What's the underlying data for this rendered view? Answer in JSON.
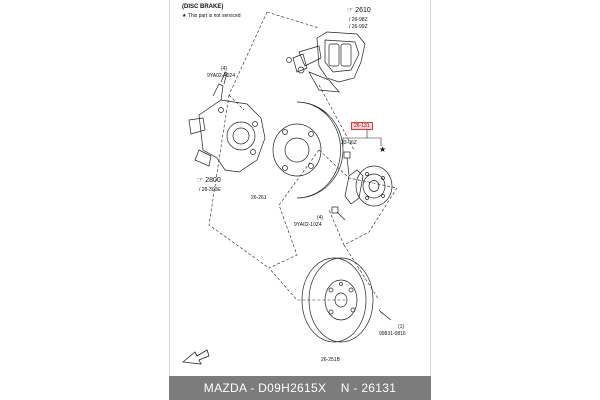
{
  "diagram": {
    "section_title": "(DISC BRAKE)",
    "note": "★ This part is not serviced",
    "labels": {
      "caliper_ref": "☞ 2610",
      "caliper_sub1": "/ 26-98Z",
      "caliper_sub2": "/ 26-99Z",
      "bolt_qty_top": "(4)",
      "bolt_code_top": "9YA02-A024",
      "hub_part": "26-131",
      "hub_bolt": "33-06Z",
      "knuckle_ref": "☞ 2800",
      "knuckle_sub": "/ 28-300E",
      "shield": "26-261",
      "bolt_qty_mid": "(4)",
      "bolt_code_mid": "9YA02-10Z4",
      "screw_qty": "(1)",
      "screw_code": "99831-0816",
      "disc": "26-251B"
    }
  },
  "caption": {
    "text": "MAZDA - D09H2615X    N - 26131"
  },
  "colors": {
    "caption_bg": "#7c7c7c",
    "highlight_border": "#e23b3b",
    "highlight_fill": "#ffd7d7",
    "line": "#222222"
  }
}
